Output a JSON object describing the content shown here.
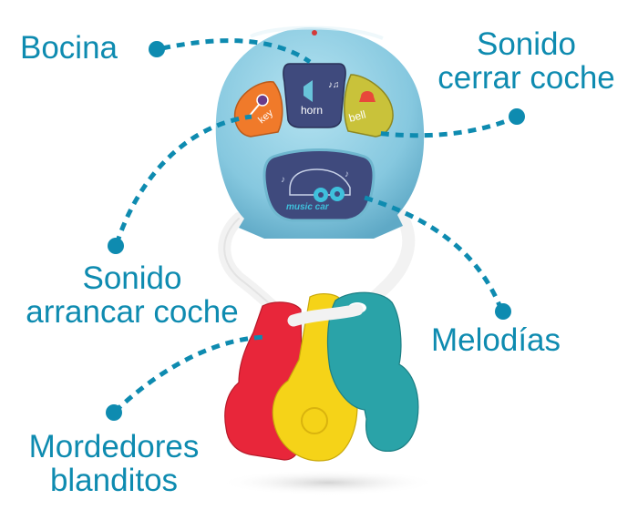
{
  "product": {
    "name": "Music car key rattle toy",
    "buttons": [
      {
        "id": "key",
        "label": "key",
        "color": "#f07a2a"
      },
      {
        "id": "horn",
        "label": "horn",
        "color": "#3f4a7d"
      },
      {
        "id": "bell",
        "label": "bell",
        "color": "#c9c23a"
      }
    ],
    "main_button": {
      "label": "music car",
      "color": "#3f4a7d"
    },
    "body_color": "#8fcfe4",
    "teethers": [
      {
        "color": "#e8263a"
      },
      {
        "color": "#f5d318"
      },
      {
        "color": "#2aa3a8"
      }
    ]
  },
  "callouts": [
    {
      "id": "bocina",
      "lines": [
        "Bocina"
      ]
    },
    {
      "id": "cerrar",
      "lines": [
        "Sonido",
        "cerrar coche"
      ]
    },
    {
      "id": "arrancar",
      "lines": [
        "Sonido",
        "arrancar coche"
      ]
    },
    {
      "id": "melodias",
      "lines": [
        "Melodías"
      ]
    },
    {
      "id": "mordedores",
      "lines": [
        "Mordedores",
        "blanditos"
      ]
    }
  ],
  "colors": {
    "label_text": "#0e8bb0",
    "leader_line": "#0e8bb0"
  }
}
